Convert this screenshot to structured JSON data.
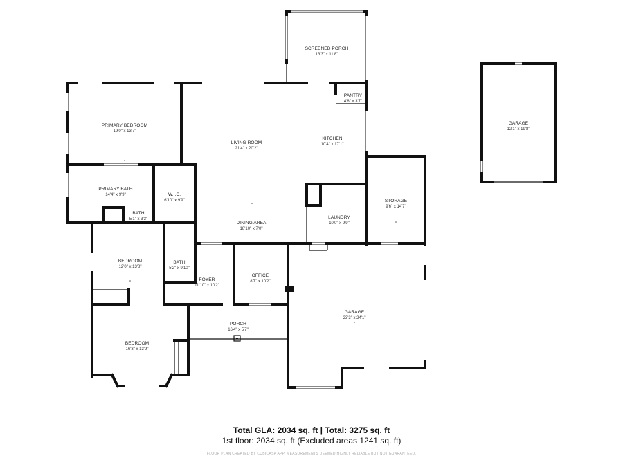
{
  "rooms": [
    {
      "id": "screened-porch",
      "name": "SCREENED PORCH",
      "dims": "13'3\" x 11'8\""
    },
    {
      "id": "pantry",
      "name": "PANTRY",
      "dims": "4'8\" x 3'7\""
    },
    {
      "id": "primary-bedroom",
      "name": "PRIMARY BEDROOM",
      "dims": "19'0\" x 13'7\""
    },
    {
      "id": "living-room",
      "name": "LIVING ROOM",
      "dims": "21'4\" x 20'2\""
    },
    {
      "id": "kitchen",
      "name": "KITCHEN",
      "dims": "10'4\" x 17'1\""
    },
    {
      "id": "primary-bath",
      "name": "PRIMARY BATH",
      "dims": "14'4\" x 9'9\""
    },
    {
      "id": "wic",
      "name": "W.I.C.",
      "dims": "6'10\" x 9'9\""
    },
    {
      "id": "bath-small",
      "name": "BATH",
      "dims": "5'1\" x 3'3\""
    },
    {
      "id": "storage",
      "name": "STORAGE",
      "dims": "9'6\" x 14'7\""
    },
    {
      "id": "laundry",
      "name": "LAUNDRY",
      "dims": "10'0\" x 9'9\""
    },
    {
      "id": "dining-area",
      "name": "DINING AREA",
      "dims": "18'10\" x 7'0\""
    },
    {
      "id": "bedroom-2",
      "name": "BEDROOM",
      "dims": "12'0\" x 13'8\""
    },
    {
      "id": "bath-2",
      "name": "BATH",
      "dims": "5'2\" x 9'10\""
    },
    {
      "id": "foyer",
      "name": "FOYER",
      "dims": "11'10\" x 10'2\""
    },
    {
      "id": "office",
      "name": "OFFICE",
      "dims": "8'7\" x 10'2\""
    },
    {
      "id": "garage-attached",
      "name": "GARAGE",
      "dims": "23'3\" x 24'1\""
    },
    {
      "id": "porch",
      "name": "PORCH",
      "dims": "16'4\" x 5'7\""
    },
    {
      "id": "bedroom-3",
      "name": "BEDROOM",
      "dims": "16'3\" x 13'9\""
    },
    {
      "id": "garage-detached",
      "name": "GARAGE",
      "dims": "12'1\" x 19'8\""
    }
  ],
  "summary": {
    "totals_line": "Total GLA: 2034 sq. ft | Total: 3275 sq. ft",
    "floor_line": "1st floor: 2034 sq. ft (Excluded areas 1241 sq. ft)",
    "disclaimer": "FLOOR PLAN CREATED BY CUBICASA APP. MEASUREMENTS DEEMED HIGHLY RELIABLE BUT NOT GUARANTEED."
  }
}
